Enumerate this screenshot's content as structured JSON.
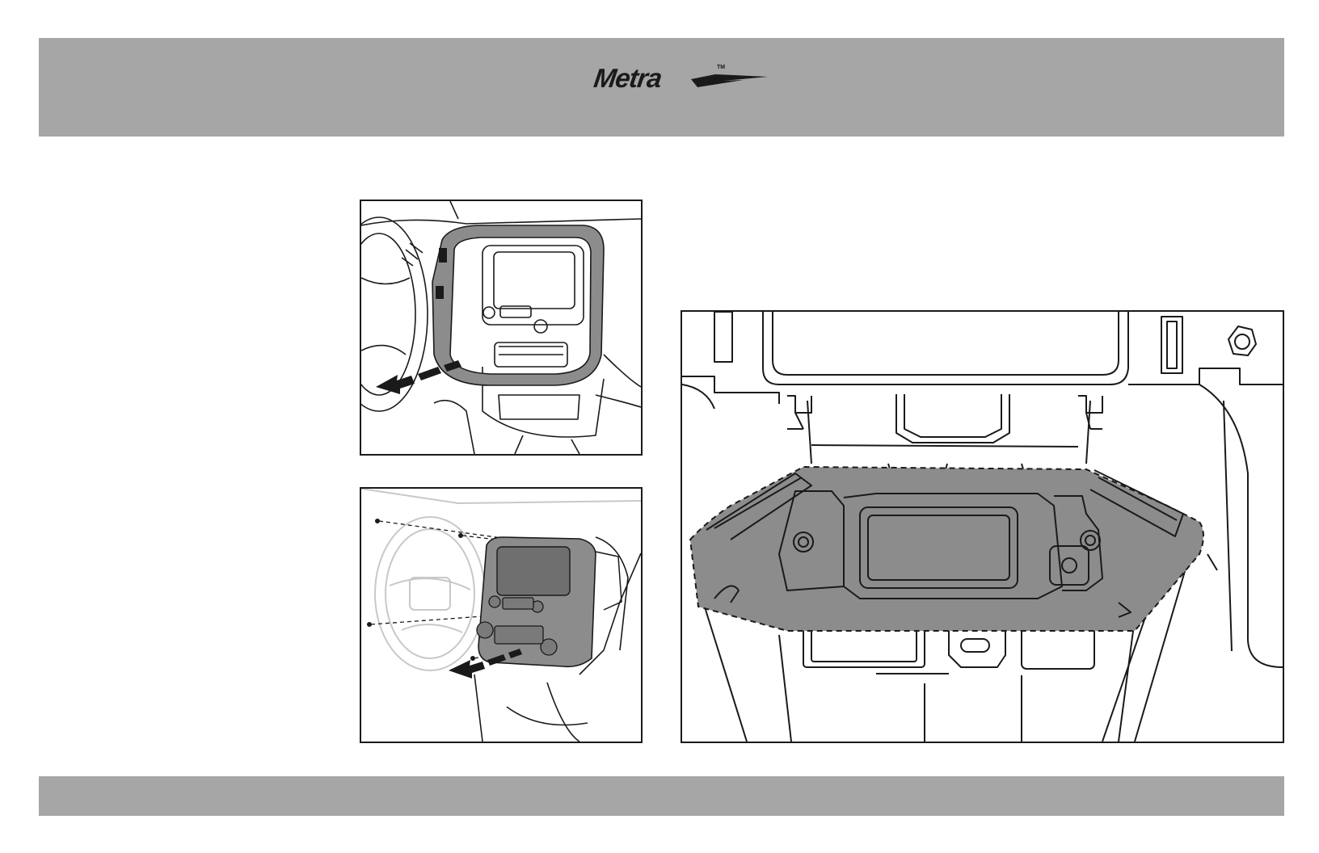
{
  "header": {
    "brand": "Metra",
    "trademark": "TM",
    "band_color": "#a7a6a6"
  },
  "figures": [
    {
      "subject": "dash-trim-panel-removal"
    },
    {
      "subject": "radio-chassis-screw-removal"
    },
    {
      "subject": "factory-radio-bracket-detail"
    }
  ],
  "colors": {
    "line": "#1a1a1a",
    "shade": "#8c8c8c",
    "ghost": "#c8c8c8"
  },
  "footer": {
    "band_color": "#a7a6a6"
  }
}
